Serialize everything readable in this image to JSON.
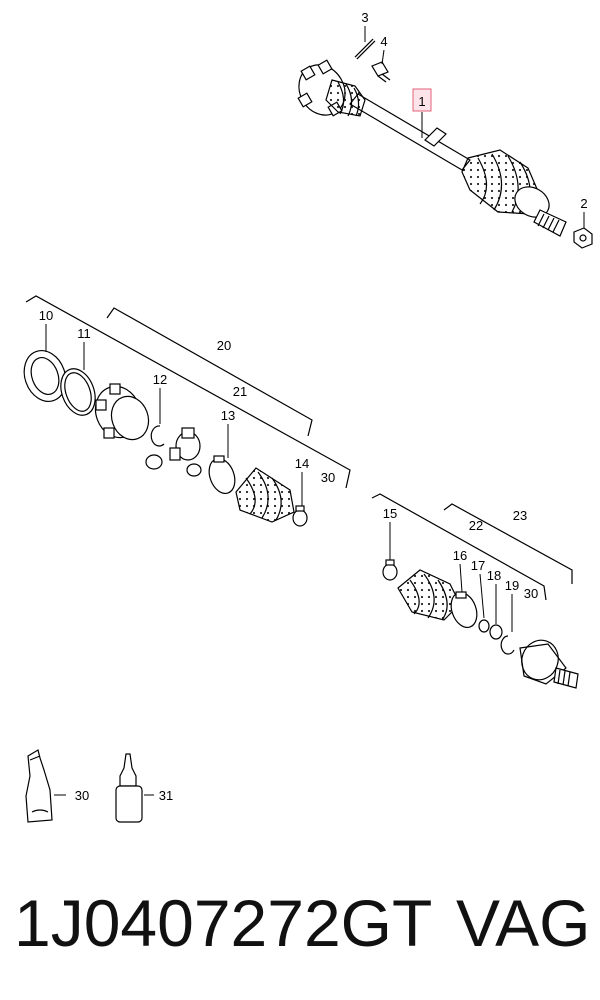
{
  "callouts": {
    "c1": "1",
    "c2": "2",
    "c3": "3",
    "c4": "4",
    "c10": "10",
    "c11": "11",
    "c12": "12",
    "c13": "13",
    "c14": "14",
    "c15": "15",
    "c16": "16",
    "c17": "17",
    "c18": "18",
    "c19": "19",
    "c20": "20",
    "c21": "21",
    "c22": "22",
    "c23": "23",
    "c30a": "30",
    "c30b": "30",
    "c30c": "30",
    "c31": "31"
  },
  "caption": {
    "part_number": "1J0407272GT",
    "brand": "VAG"
  },
  "colors": {
    "line": "#000000",
    "highlight_fill": "#fde4ea",
    "highlight_stroke": "#e0607a"
  }
}
